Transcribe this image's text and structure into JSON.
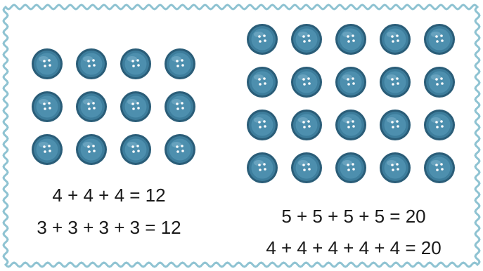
{
  "colors": {
    "border": "#8fc3d2",
    "button_rim": "#2a5d78",
    "button_face": "#4d8fae",
    "button_holes": "#ffffff"
  },
  "left_group": {
    "rows": 3,
    "cols": 4,
    "equations": [
      "4 + 4 + 4 = 12",
      "3 + 3 + 3 + 3 = 12"
    ]
  },
  "right_group": {
    "rows": 4,
    "cols": 5,
    "equations": [
      "5 + 5 + 5 + 5 = 20",
      "4 + 4 + 4 + 4 + 4 = 20"
    ]
  },
  "icon": "button-icon"
}
